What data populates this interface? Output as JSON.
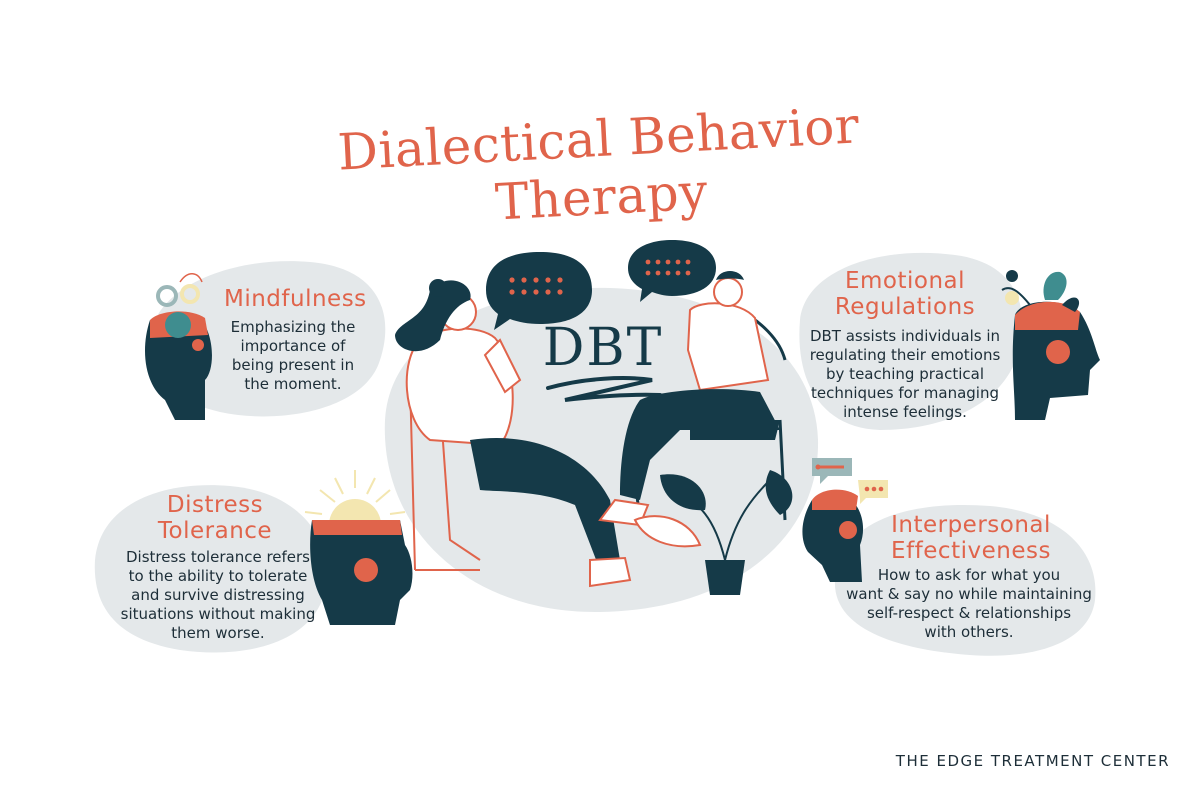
{
  "title": {
    "line1": "Dialectical Behavior",
    "line2": "Therapy"
  },
  "center": {
    "badge": "DBT"
  },
  "sections": {
    "mindfulness": {
      "heading": "Mindfulness",
      "desc_lines": [
        "Emphasizing the",
        "importance of",
        "being present in",
        "the moment."
      ]
    },
    "emotional": {
      "heading_lines": [
        "Emotional",
        "Regulations"
      ],
      "desc_lines": [
        "DBT assists individuals in",
        "regulating their emotions",
        "by teaching practical",
        "techniques for managing",
        "intense feelings."
      ]
    },
    "distress": {
      "heading_lines": [
        "Distress",
        "Tolerance"
      ],
      "desc_lines": [
        "Distress tolerance refers",
        "to the ability to tolerate",
        "and survive distressing",
        "situations without making",
        "them worse."
      ]
    },
    "interpersonal": {
      "heading_lines": [
        "Interpersonal",
        "Effectiveness"
      ],
      "desc_lines": [
        "How to ask for what you",
        "want & say no while maintaining",
        "self-respect & relationships",
        "with others."
      ]
    }
  },
  "footer": {
    "brand": "THE EDGE TREATMENT CENTER"
  },
  "colors": {
    "accent": "#e0644b",
    "navy": "#153a48",
    "blob": "#e4e8ea",
    "cream": "#f3e6b0",
    "teal": "#3f8d8f"
  }
}
